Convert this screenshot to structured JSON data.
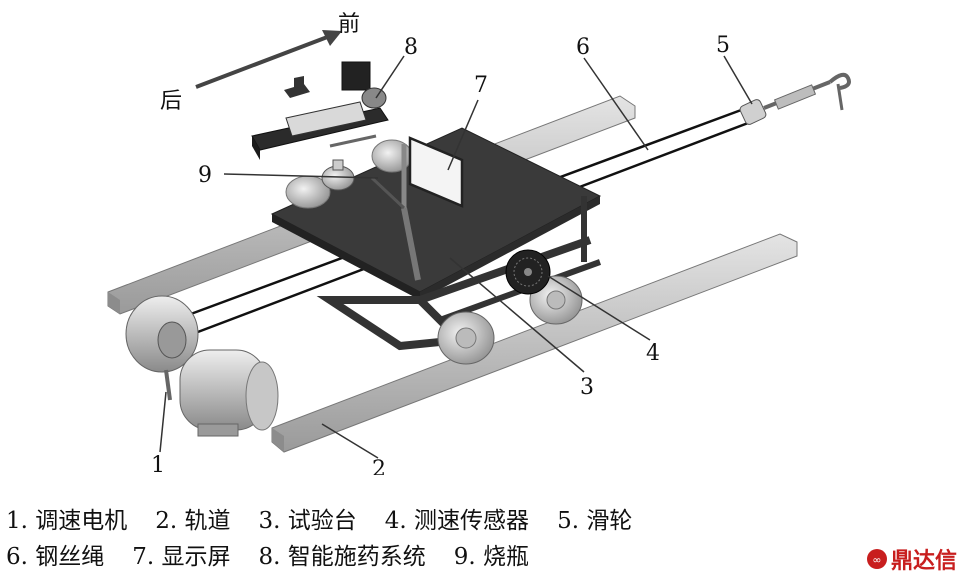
{
  "direction": {
    "front": "前",
    "back": "后"
  },
  "callouts": [
    "1",
    "2",
    "3",
    "4",
    "5",
    "6",
    "7",
    "8",
    "9"
  ],
  "legend": {
    "row1": [
      "1. 调速电机",
      "2. 轨道",
      "3. 试验台",
      "4. 测速传感器",
      "5. 滑轮"
    ],
    "row2": [
      "6. 钢丝绳",
      "7. 显示屏",
      "8. 智能施药系统",
      "9. 烧瓶"
    ]
  },
  "logo": {
    "text": "鼎达信",
    "color": "#c81e1e"
  }
}
